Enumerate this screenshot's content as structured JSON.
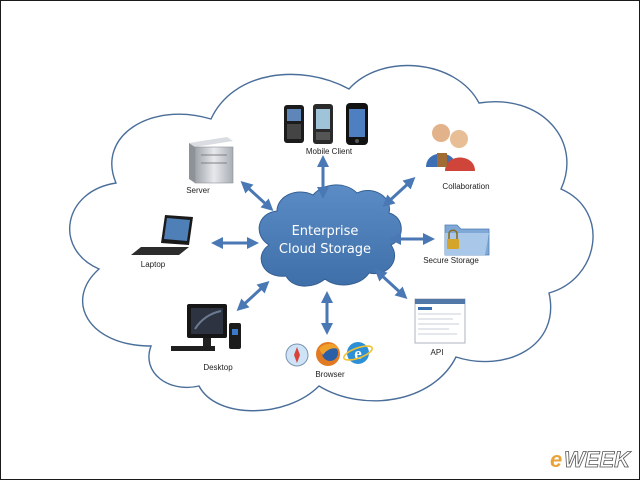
{
  "diagram": {
    "core_line1": "Enterprise",
    "core_line2": "Cloud Storage",
    "nodes": {
      "mobile_client": "Mobile Client",
      "server": "Server",
      "collaboration": "Collaboration",
      "laptop": "Laptop",
      "secure_storage": "Secure Storage",
      "desktop": "Desktop",
      "browser": "Browser",
      "api": "API"
    }
  },
  "watermark": {
    "prefix": "e",
    "suffix": "WEEK"
  },
  "colors": {
    "cloud_outline": "#4a6e9a",
    "core_fill": "#4f81bd",
    "arrow": "#4a78b5",
    "watermark_orange": "#e8a33a"
  }
}
